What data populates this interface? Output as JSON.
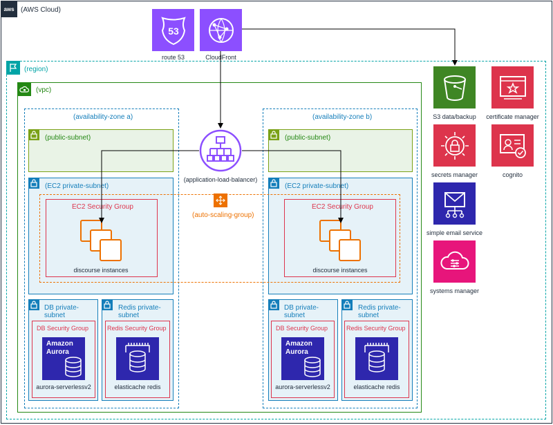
{
  "cloud": {
    "label": "(AWS Cloud)",
    "logo_text": "aws"
  },
  "region": {
    "label": "(region)"
  },
  "vpc": {
    "label": "(vpc)"
  },
  "az_a": {
    "label": "(availability-zone a)"
  },
  "az_b": {
    "label": "(availability-zone b)"
  },
  "public_subnet": {
    "label": "(public-subnet)"
  },
  "ec2_subnet": {
    "label": "(EC2 private-subnet)"
  },
  "ec2_sg": {
    "label": "EC2 Security Group"
  },
  "instances": {
    "label": "discourse instances"
  },
  "db_subnet": {
    "label_line1": "DB private-",
    "label_line2": "subnet"
  },
  "redis_subnet": {
    "label_line1": "Redis private-",
    "label_line2": "subnet"
  },
  "db_sg": {
    "label": "DB Security Group"
  },
  "redis_sg": {
    "label": "Redis Security Group"
  },
  "aurora": {
    "label": "aurora-serverlessv2",
    "logo_line1": "Amazon",
    "logo_line2": "Aurora"
  },
  "redis": {
    "label": "elasticache redis"
  },
  "alb": {
    "label": "(application-load-balancer)"
  },
  "asg": {
    "label": "(auto-scaling-group)"
  },
  "route53": {
    "label": "route 53",
    "badge": "53"
  },
  "cloudfront": {
    "label": "CloudFront"
  },
  "s3": {
    "label": "S3 data/backup"
  },
  "cert_manager": {
    "label": "certificate manager"
  },
  "secrets_manager": {
    "label": "secrets manager"
  },
  "cognito": {
    "label": "cognito"
  },
  "ses": {
    "label": "simple email service"
  },
  "ssm": {
    "label": "systems manager"
  },
  "colors": {
    "purple": "#8c4fff",
    "green_s3": "#3f8624",
    "red_security": "#dd344c",
    "pink_mgmt": "#e7157b",
    "orange_compute": "#ed7100",
    "blue_db": "#2e27ad",
    "region_blue": "#00a4a6",
    "vpc_green": "#248814"
  }
}
